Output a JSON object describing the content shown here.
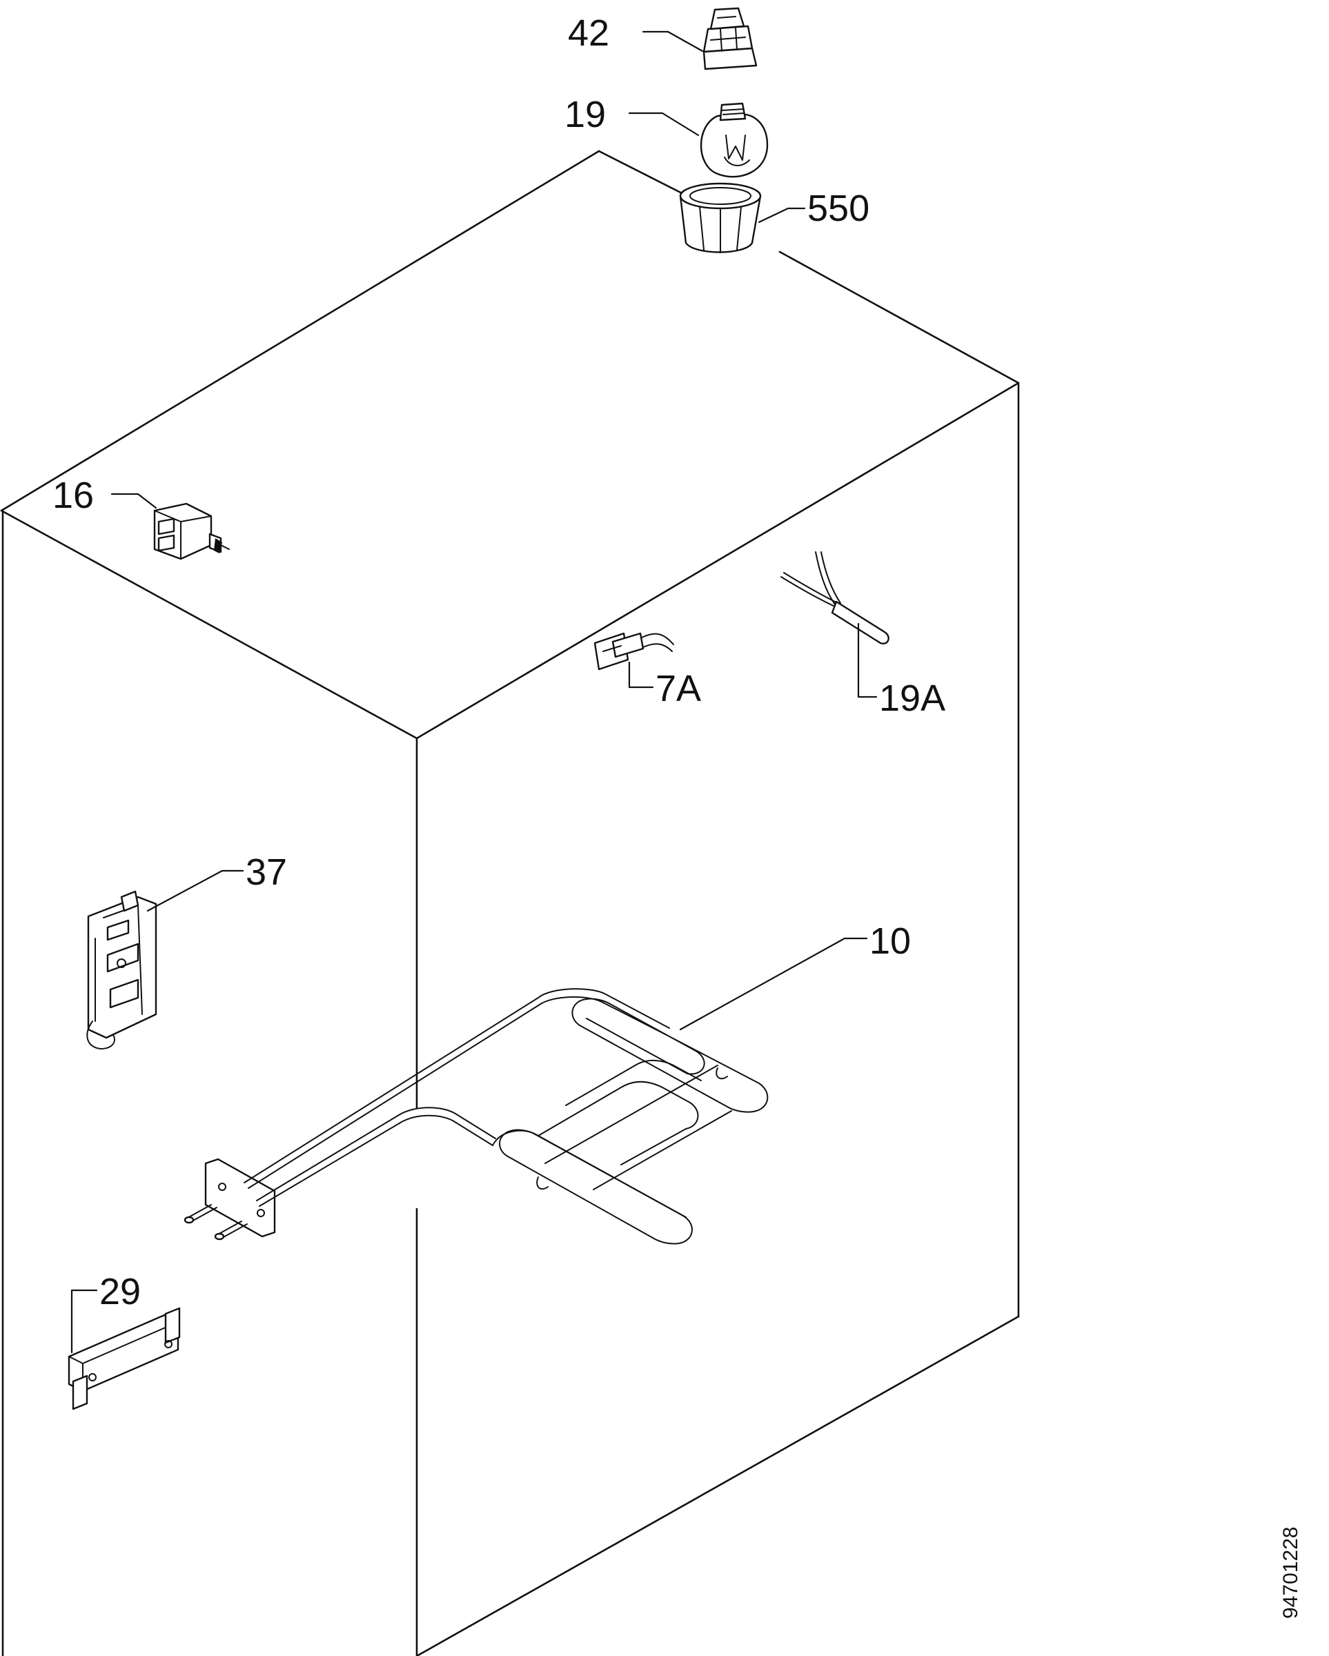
{
  "labels": {
    "l42": "42",
    "l19": "19",
    "l550": "550",
    "l16": "16",
    "l7a": "7A",
    "l19a": "19A",
    "l37": "37",
    "l10": "10",
    "l29": "29"
  },
  "document_number": "94701228",
  "parts": [
    {
      "ref": "42",
      "icon": "lamp-holder-icon"
    },
    {
      "ref": "19",
      "icon": "oven-lamp-bulb-icon"
    },
    {
      "ref": "550",
      "icon": "lamp-cover-glass-icon"
    },
    {
      "ref": "16",
      "icon": "switch-icon"
    },
    {
      "ref": "7A",
      "icon": "door-switch-icon"
    },
    {
      "ref": "19A",
      "icon": "temperature-sensor-icon"
    },
    {
      "ref": "37",
      "icon": "terminal-block-icon"
    },
    {
      "ref": "10",
      "icon": "grill-heating-element-icon"
    },
    {
      "ref": "29",
      "icon": "bracket-icon"
    }
  ]
}
